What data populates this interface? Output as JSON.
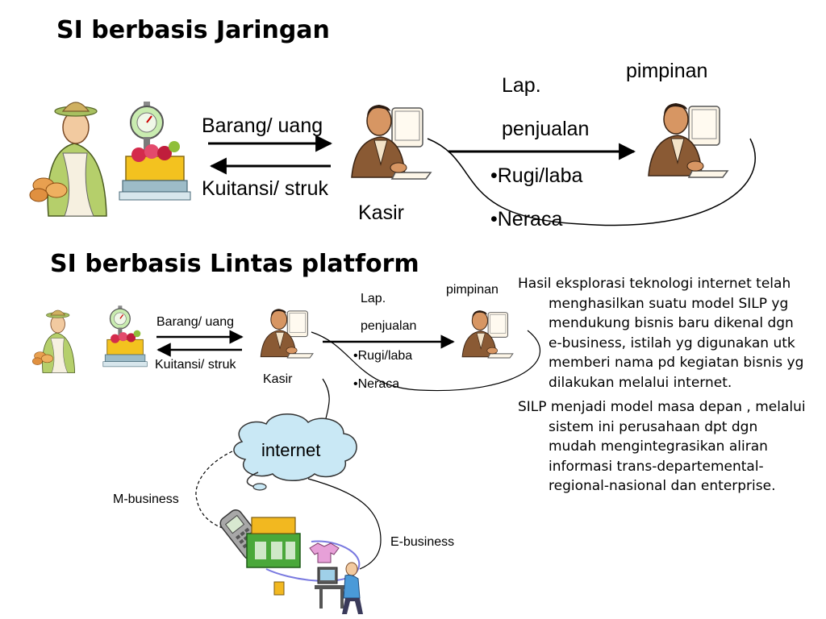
{
  "section1": {
    "title": "SI berbasis Jaringan",
    "label_goods": "Barang/ uang",
    "label_receipt": "Kuitansi/ struk",
    "label_cashier": "Kasir",
    "label_report1": "Lap.",
    "label_report2": "penjualan",
    "label_bullet1": "•Rugi/laba",
    "label_bullet2": "•Neraca",
    "label_leader": "pimpinan"
  },
  "section2": {
    "title": "SI berbasis Lintas platform",
    "label_goods": "Barang/ uang",
    "label_receipt": "Kuitansi/ struk",
    "label_cashier": "Kasir",
    "label_report1": "Lap.",
    "label_report2": "penjualan",
    "label_bullet1": "•Rugi/laba",
    "label_bullet2": "•Neraca",
    "label_leader": "pimpinan",
    "label_internet": "internet",
    "label_mbusiness": "M-business",
    "label_ebusiness": "E-business"
  },
  "description": {
    "paragraph1": "Hasil eksplorasi teknologi internet telah menghasilkan suatu model SILP yg mendukung bisnis baru dikenal dgn e-business, istilah yg digunakan utk memberi nama pd kegiatan bisnis yg dilakukan melalui internet.",
    "paragraph2": "SILP menjadi  model masa depan , melalui sistem ini perusahaan dpt dgn mudah mengintegrasikan aliran informasi trans-departemental-regional-nasional dan enterprise."
  }
}
